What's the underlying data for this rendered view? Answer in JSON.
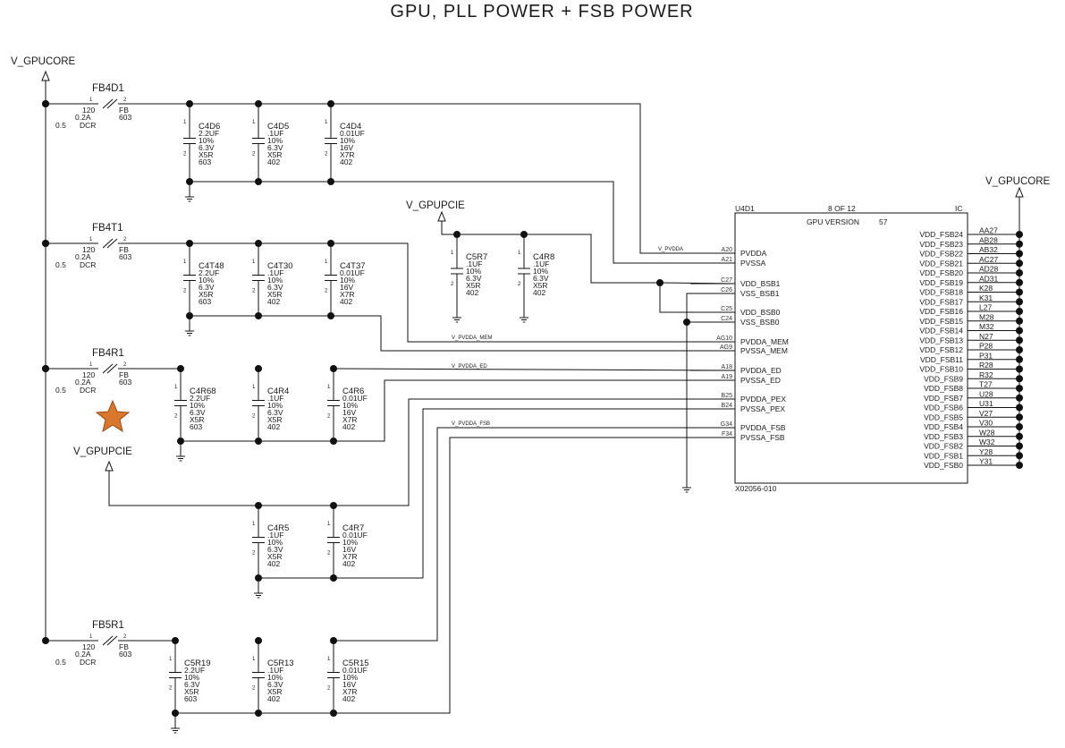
{
  "title": "GPU,   PLL   POWER +  FSB   POWER",
  "rails": {
    "gpucore_left": "V_GPUCORE",
    "gpucore_right": "V_GPUCORE",
    "gpupcie_top": "V_GPUPCIE",
    "gpupcie_mid": "V_GPUPCIE"
  },
  "ferrites": [
    {
      "ref": "FB4D1",
      "ohm": "120",
      "amp": "0.2A",
      "dcr_val": "0.5",
      "dcr": "DCR",
      "type": "FB",
      "pkg": "603",
      "p1": "1",
      "p2": "2"
    },
    {
      "ref": "FB4T1",
      "ohm": "120",
      "amp": "0.2A",
      "dcr_val": "0.5",
      "dcr": "DCR",
      "type": "FB",
      "pkg": "603",
      "p1": "1",
      "p2": "2"
    },
    {
      "ref": "FB4R1",
      "ohm": "120",
      "amp": "0.2A",
      "dcr_val": "0.5",
      "dcr": "DCR",
      "type": "FB",
      "pkg": "603",
      "p1": "1",
      "p2": "2"
    },
    {
      "ref": "FB5R1",
      "ohm": "120",
      "amp": "0.2A",
      "dcr_val": "0.5",
      "dcr": "DCR",
      "type": "FB",
      "pkg": "603",
      "p1": "1",
      "p2": "2"
    }
  ],
  "caps": [
    {
      "ref": "C4D6",
      "val": "2.2UF",
      "tol": "10%",
      "volt": "6.3V",
      "diel": "X5R",
      "pkg": "603"
    },
    {
      "ref": "C4D5",
      "val": ".1UF",
      "tol": "10%",
      "volt": "6.3V",
      "diel": "X5R",
      "pkg": "402"
    },
    {
      "ref": "C4D4",
      "val": "0.01UF",
      "tol": "10%",
      "volt": "16V",
      "diel": "X7R",
      "pkg": "402"
    },
    {
      "ref": "C4T48",
      "val": "2.2UF",
      "tol": "10%",
      "volt": "6.3V",
      "diel": "X5R",
      "pkg": "603"
    },
    {
      "ref": "C4T30",
      "val": ".1UF",
      "tol": "10%",
      "volt": "6.3V",
      "diel": "X5R",
      "pkg": "402"
    },
    {
      "ref": "C4T37",
      "val": "0.01UF",
      "tol": "10%",
      "volt": "16V",
      "diel": "X7R",
      "pkg": "402"
    },
    {
      "ref": "C4R68",
      "val": "2.2UF",
      "tol": "10%",
      "volt": "6.3V",
      "diel": "X5R",
      "pkg": "603"
    },
    {
      "ref": "C4R4",
      "val": ".1UF",
      "tol": "10%",
      "volt": "6.3V",
      "diel": "X5R",
      "pkg": "402"
    },
    {
      "ref": "C4R6",
      "val": "0.01UF",
      "tol": "10%",
      "volt": "16V",
      "diel": "X7R",
      "pkg": "402"
    },
    {
      "ref": "C4R5",
      "val": ".1UF",
      "tol": "10%",
      "volt": "6.3V",
      "diel": "X5R",
      "pkg": "402"
    },
    {
      "ref": "C4R7",
      "val": "0.01UF",
      "tol": "10%",
      "volt": "16V",
      "diel": "X7R",
      "pkg": "402"
    },
    {
      "ref": "C5R19",
      "val": "2.2UF",
      "tol": "10%",
      "volt": "6.3V",
      "diel": "X5R",
      "pkg": "603"
    },
    {
      "ref": "C5R13",
      "val": ".1UF",
      "tol": "10%",
      "volt": "6.3V",
      "diel": "X5R",
      "pkg": "402"
    },
    {
      "ref": "C5R15",
      "val": "0.01UF",
      "tol": "10%",
      "volt": "16V",
      "diel": "X7R",
      "pkg": "402"
    },
    {
      "ref": "C5R7",
      "val": ".1UF",
      "tol": "10%",
      "volt": "6.3V",
      "diel": "X5R",
      "pkg": "402"
    },
    {
      "ref": "C4R8",
      "val": ".1UF",
      "tol": "10%",
      "volt": "6.3V",
      "diel": "X5R",
      "pkg": "402"
    }
  ],
  "cap_pin1": "1",
  "cap_pin2": "2",
  "ic": {
    "ref": "U4D1",
    "sheet": "8   OF   12",
    "type": "IC",
    "version": "GPU   VERSION",
    "version_num": "57",
    "part": "X02056-010",
    "left_pins": [
      {
        "num": "A20",
        "name": "PVDDA",
        "net": "V_PVDDA"
      },
      {
        "num": "A21",
        "name": "PVSSA",
        "net": ""
      },
      {
        "num": "C27",
        "name": "VDD_BSB1",
        "net": ""
      },
      {
        "num": "C26",
        "name": "VSS_BSB1",
        "net": ""
      },
      {
        "num": "C25",
        "name": "VDD_BSB0",
        "net": ""
      },
      {
        "num": "C24",
        "name": "VSS_BSB0",
        "net": ""
      },
      {
        "num": "AG10",
        "name": "PVDDA_MEM",
        "net": "V_PVDDA_MEM"
      },
      {
        "num": "AG9",
        "name": "PVSSA_MEM",
        "net": ""
      },
      {
        "num": "A18",
        "name": "PVDDA_ED",
        "net": "V_PVDDA_ED"
      },
      {
        "num": "A19",
        "name": "PVSSA_ED",
        "net": ""
      },
      {
        "num": "B25",
        "name": "PVDDA_PEX",
        "net": ""
      },
      {
        "num": "B24",
        "name": "PVSSA_PEX",
        "net": ""
      },
      {
        "num": "G34",
        "name": "PVDDA_FSB",
        "net": "V_PVDDA_FSB"
      },
      {
        "num": "F34",
        "name": "PVSSA_FSB",
        "net": ""
      }
    ],
    "right_pins": [
      {
        "name": "VDD_FSB24",
        "num": "AA27"
      },
      {
        "name": "VDD_FSB23",
        "num": "AB28"
      },
      {
        "name": "VDD_FSB22",
        "num": "AB32"
      },
      {
        "name": "VDD_FSB21",
        "num": "AC27"
      },
      {
        "name": "VDD_FSB20",
        "num": "AD28"
      },
      {
        "name": "VDD_FSB19",
        "num": "AD31"
      },
      {
        "name": "VDD_FSB18",
        "num": "K28"
      },
      {
        "name": "VDD_FSB17",
        "num": "K31"
      },
      {
        "name": "VDD_FSB16",
        "num": "L27"
      },
      {
        "name": "VDD_FSB15",
        "num": "M28"
      },
      {
        "name": "VDD_FSB14",
        "num": "M32"
      },
      {
        "name": "VDD_FSB13",
        "num": "N27"
      },
      {
        "name": "VDD_FSB12",
        "num": "P28"
      },
      {
        "name": "VDD_FSB11",
        "num": "P31"
      },
      {
        "name": "VDD_FSB10",
        "num": "R28"
      },
      {
        "name": "VDD_FSB9",
        "num": "R32"
      },
      {
        "name": "VDD_FSB8",
        "num": "T27"
      },
      {
        "name": "VDD_FSB7",
        "num": "U28"
      },
      {
        "name": "VDD_FSB6",
        "num": "U31"
      },
      {
        "name": "VDD_FSB5",
        "num": "V27"
      },
      {
        "name": "VDD_FSB4",
        "num": "V30"
      },
      {
        "name": "VDD_FSB3",
        "num": "W28"
      },
      {
        "name": "VDD_FSB2",
        "num": "W32"
      },
      {
        "name": "VDD_FSB1",
        "num": "Y28"
      },
      {
        "name": "VDD_FSB0",
        "num": "Y31"
      }
    ]
  },
  "colors": {
    "wire": "#111111",
    "text": "#1a1a1a",
    "star": "#d9782d"
  },
  "icons": {
    "star": "star-icon",
    "ground": "ground-icon",
    "rail": "rail-arrow-icon"
  }
}
